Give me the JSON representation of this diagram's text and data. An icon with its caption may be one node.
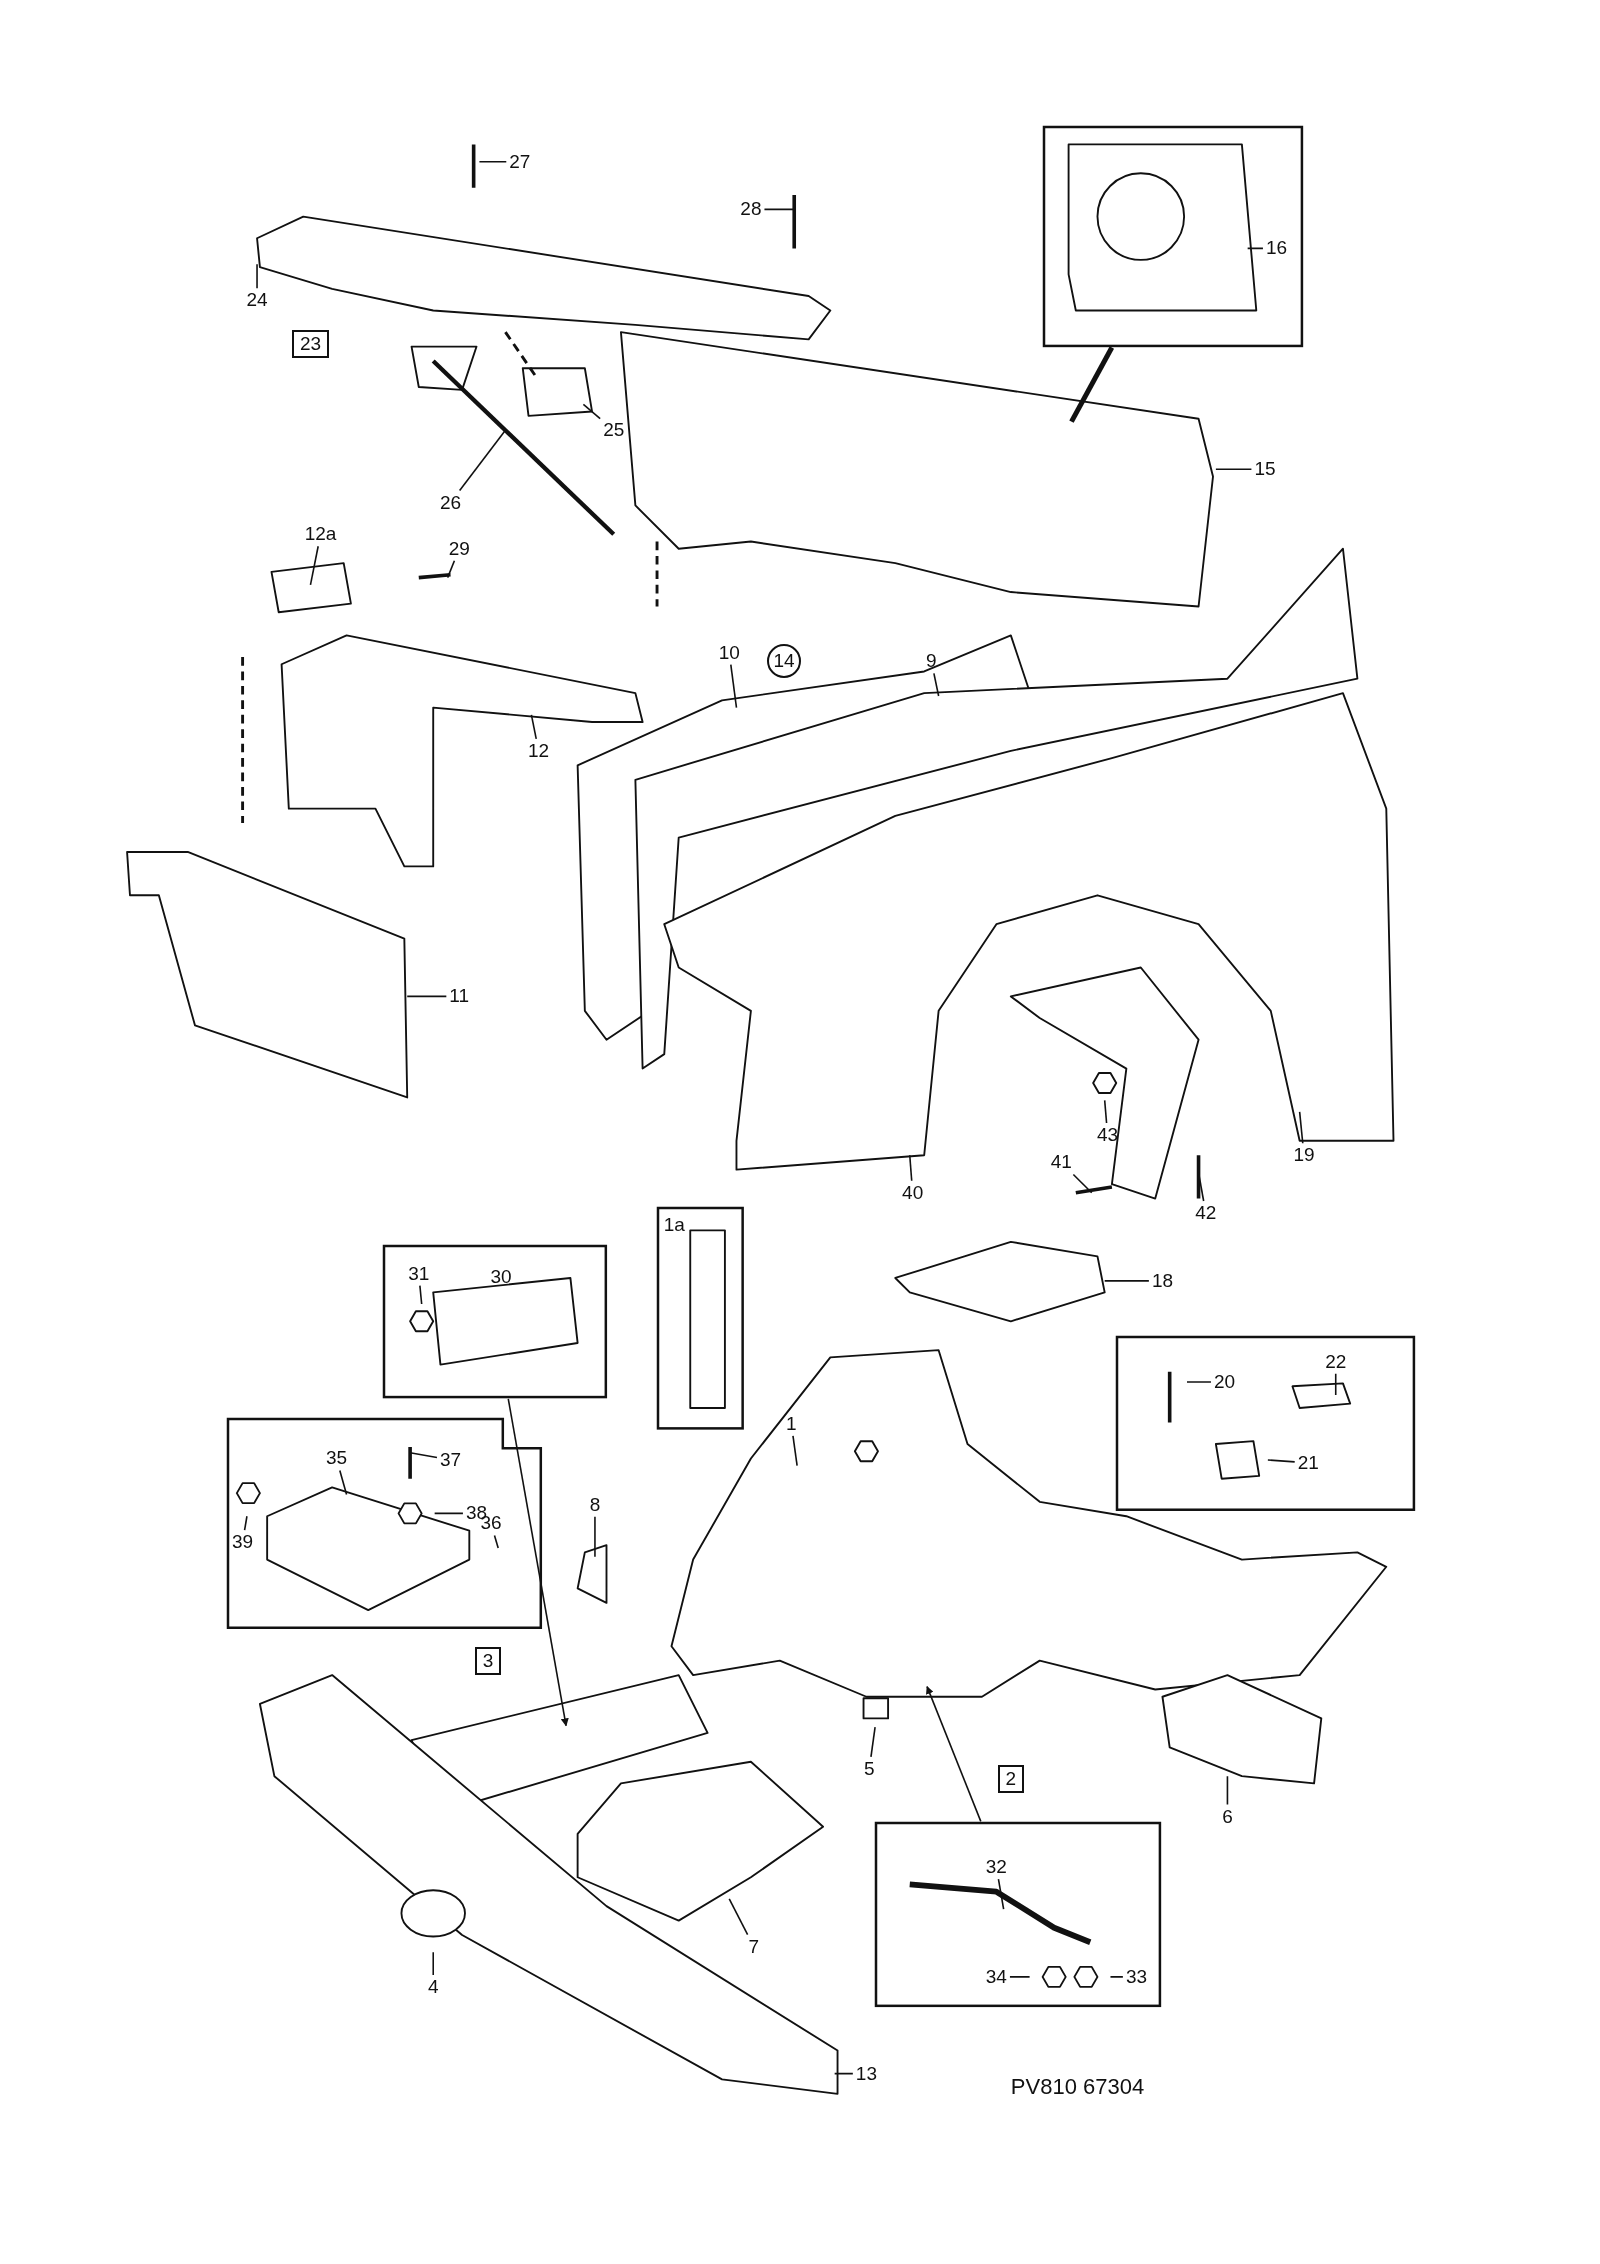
{
  "diagram": {
    "nodes": [
      {
        "text": [
          "27"
        ]
      },
      {
        "text": [
          "28"
        ]
      },
      {
        "text": [],
        "shape": "box"
      },
      {
        "text": [
          "16"
        ],
        "in": 2
      },
      {
        "text": [
          "24"
        ]
      },
      {
        "text": [
          "23"
        ]
      },
      {
        "text": [
          "25"
        ]
      },
      {
        "text": [
          "15"
        ]
      },
      {
        "text": [
          "26"
        ]
      },
      {
        "text": [
          "12a"
        ]
      },
      {
        "text": [
          "29"
        ]
      },
      {
        "text": [
          "10"
        ]
      },
      {
        "text": [
          "9"
        ]
      },
      {
        "text": [
          "14"
        ]
      },
      {
        "text": [
          "12"
        ]
      },
      {
        "text": [
          "11"
        ]
      },
      {
        "text": [
          "43"
        ]
      },
      {
        "text": [
          "19"
        ]
      },
      {
        "text": [
          "41"
        ]
      },
      {
        "text": [
          "40"
        ]
      },
      {
        "text": [
          "42"
        ]
      },
      {
        "text": [],
        "shape": "box"
      },
      {
        "text": [
          "1a"
        ],
        "in": 21
      },
      {
        "text": [],
        "shape": "box"
      },
      {
        "text": [
          "31"
        ],
        "in": 23
      },
      {
        "text": [
          "30"
        ],
        "in": 23
      },
      {
        "text": [
          "18"
        ]
      },
      {
        "text": [],
        "shape": "box"
      },
      {
        "text": [
          "22"
        ],
        "in": 27
      },
      {
        "text": [
          "20"
        ],
        "in": 27
      },
      {
        "text": [
          "21"
        ],
        "in": 27
      },
      {
        "text": [
          "1"
        ]
      },
      {
        "text": [],
        "shape": "box"
      },
      {
        "text": [
          "35"
        ],
        "in": 32
      },
      {
        "text": [
          "37"
        ],
        "in": 32
      },
      {
        "text": [
          "38"
        ],
        "in": 32
      },
      {
        "text": [
          "39"
        ],
        "in": 32
      },
      {
        "text": [
          "36"
        ],
        "in": 32
      },
      {
        "text": [
          "8"
        ]
      },
      {
        "text": [
          "3"
        ]
      },
      {
        "text": [
          "5"
        ]
      },
      {
        "text": [
          "2"
        ]
      },
      {
        "text": [
          "6"
        ]
      },
      {
        "text": [],
        "shape": "box"
      },
      {
        "text": [
          "32"
        ],
        "in": 43
      },
      {
        "text": [
          "34"
        ],
        "in": 43
      },
      {
        "text": [
          "33"
        ],
        "in": 43
      },
      {
        "text": [
          "7"
        ]
      },
      {
        "text": [
          "4"
        ]
      },
      {
        "text": [
          "13"
        ]
      }
    ],
    "edges": [
      {
        "from": 0,
        "to": null,
        "arrow": "none"
      },
      {
        "from": 1,
        "to": null,
        "arrow": "none"
      },
      {
        "from": 3,
        "to": null,
        "arrow": "none"
      },
      {
        "from": 4,
        "to": null,
        "arrow": "none"
      },
      {
        "from": 6,
        "to": null,
        "arrow": "none"
      },
      {
        "from": 7,
        "to": null,
        "arrow": "none"
      },
      {
        "from": 8,
        "to": null,
        "arrow": "none"
      },
      {
        "from": 9,
        "to": null,
        "arrow": "none"
      },
      {
        "from": 10,
        "to": null,
        "arrow": "none"
      },
      {
        "from": 11,
        "to": null,
        "arrow": "none"
      },
      {
        "from": 12,
        "to": null,
        "arrow": "none"
      },
      {
        "from": 14,
        "to": null,
        "arrow": "none"
      },
      {
        "from": 15,
        "to": null,
        "arrow": "none"
      },
      {
        "from": 16,
        "to": null,
        "arrow": "none"
      },
      {
        "from": 17,
        "to": null,
        "arrow": "none"
      },
      {
        "from": 18,
        "to": null,
        "arrow": "none"
      },
      {
        "from": 19,
        "to": null,
        "arrow": "none"
      },
      {
        "from": 20,
        "to": null,
        "arrow": "none"
      },
      {
        "from": 24,
        "to": null,
        "arrow": "none"
      },
      {
        "from": 26,
        "to": null,
        "arrow": "none"
      },
      {
        "from": 28,
        "to": null,
        "arrow": "none"
      },
      {
        "from": 29,
        "to": null,
        "arrow": "none"
      },
      {
        "from": 30,
        "to": null,
        "arrow": "none"
      },
      {
        "from": 31,
        "to": null,
        "arrow": "none"
      },
      {
        "from": 33,
        "to": null,
        "arrow": "none"
      },
      {
        "from": 34,
        "to": null,
        "arrow": "none"
      },
      {
        "from": 35,
        "to": null,
        "arrow": "none"
      },
      {
        "from": 36,
        "to": null,
        "arrow": "none"
      },
      {
        "from": 37,
        "to": null,
        "arrow": "none"
      },
      {
        "from": 38,
        "to": null,
        "arrow": "none"
      },
      {
        "from": 40,
        "to": null,
        "arrow": "none"
      },
      {
        "from": 42,
        "to": null,
        "arrow": "none"
      },
      {
        "from": 44,
        "to": null,
        "arrow": "none"
      },
      {
        "from": 45,
        "to": null,
        "arrow": "none"
      },
      {
        "from": 46,
        "to": null,
        "arrow": "none"
      },
      {
        "from": 47,
        "to": null,
        "arrow": "none"
      },
      {
        "from": 48,
        "to": null,
        "arrow": "none"
      },
      {
        "from": 49,
        "to": null,
        "arrow": "none"
      },
      {
        "from": 2,
        "to": null,
        "arrow": "none",
        "style": "thick"
      },
      {
        "from": 23,
        "to": null,
        "arrow": "to"
      },
      {
        "from": 43,
        "to": null,
        "arrow": "to"
      }
    ],
    "labels": [
      "PV810 67304"
    ]
  }
}
